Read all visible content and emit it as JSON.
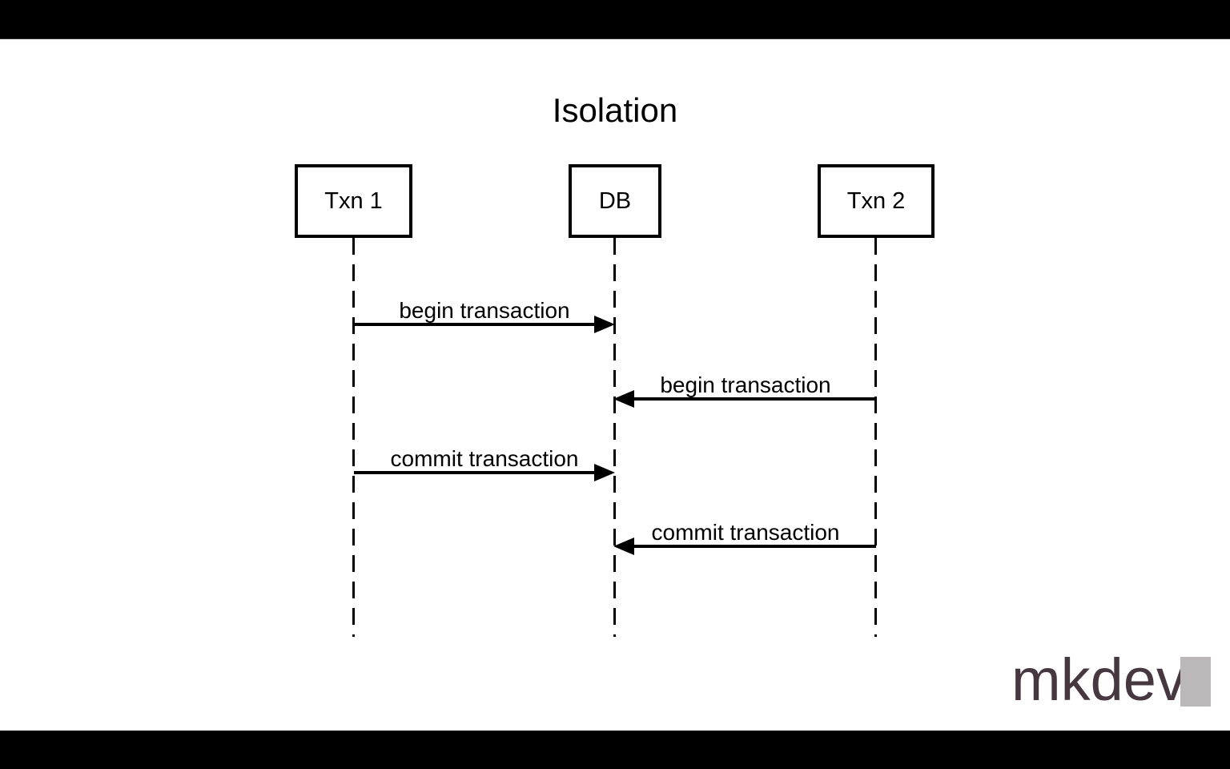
{
  "diagram": {
    "title": "Isolation",
    "actors": [
      {
        "id": "txn1",
        "label": "Txn 1"
      },
      {
        "id": "db",
        "label": "DB"
      },
      {
        "id": "txn2",
        "label": "Txn 2"
      }
    ],
    "messages": [
      {
        "from": "txn1",
        "to": "db",
        "direction": "right",
        "label": "begin transaction"
      },
      {
        "from": "txn2",
        "to": "db",
        "direction": "left",
        "label": "begin transaction"
      },
      {
        "from": "txn1",
        "to": "db",
        "direction": "right",
        "label": "commit transaction"
      },
      {
        "from": "txn2",
        "to": "db",
        "direction": "left",
        "label": "commit transaction"
      }
    ]
  },
  "branding": {
    "logo_text": "mkdev"
  },
  "colors": {
    "background": "#ffffff",
    "letterbox": "#000000",
    "diagram_ink": "#000000",
    "logo_text": "#463741",
    "logo_block": "#bcb8ba"
  }
}
